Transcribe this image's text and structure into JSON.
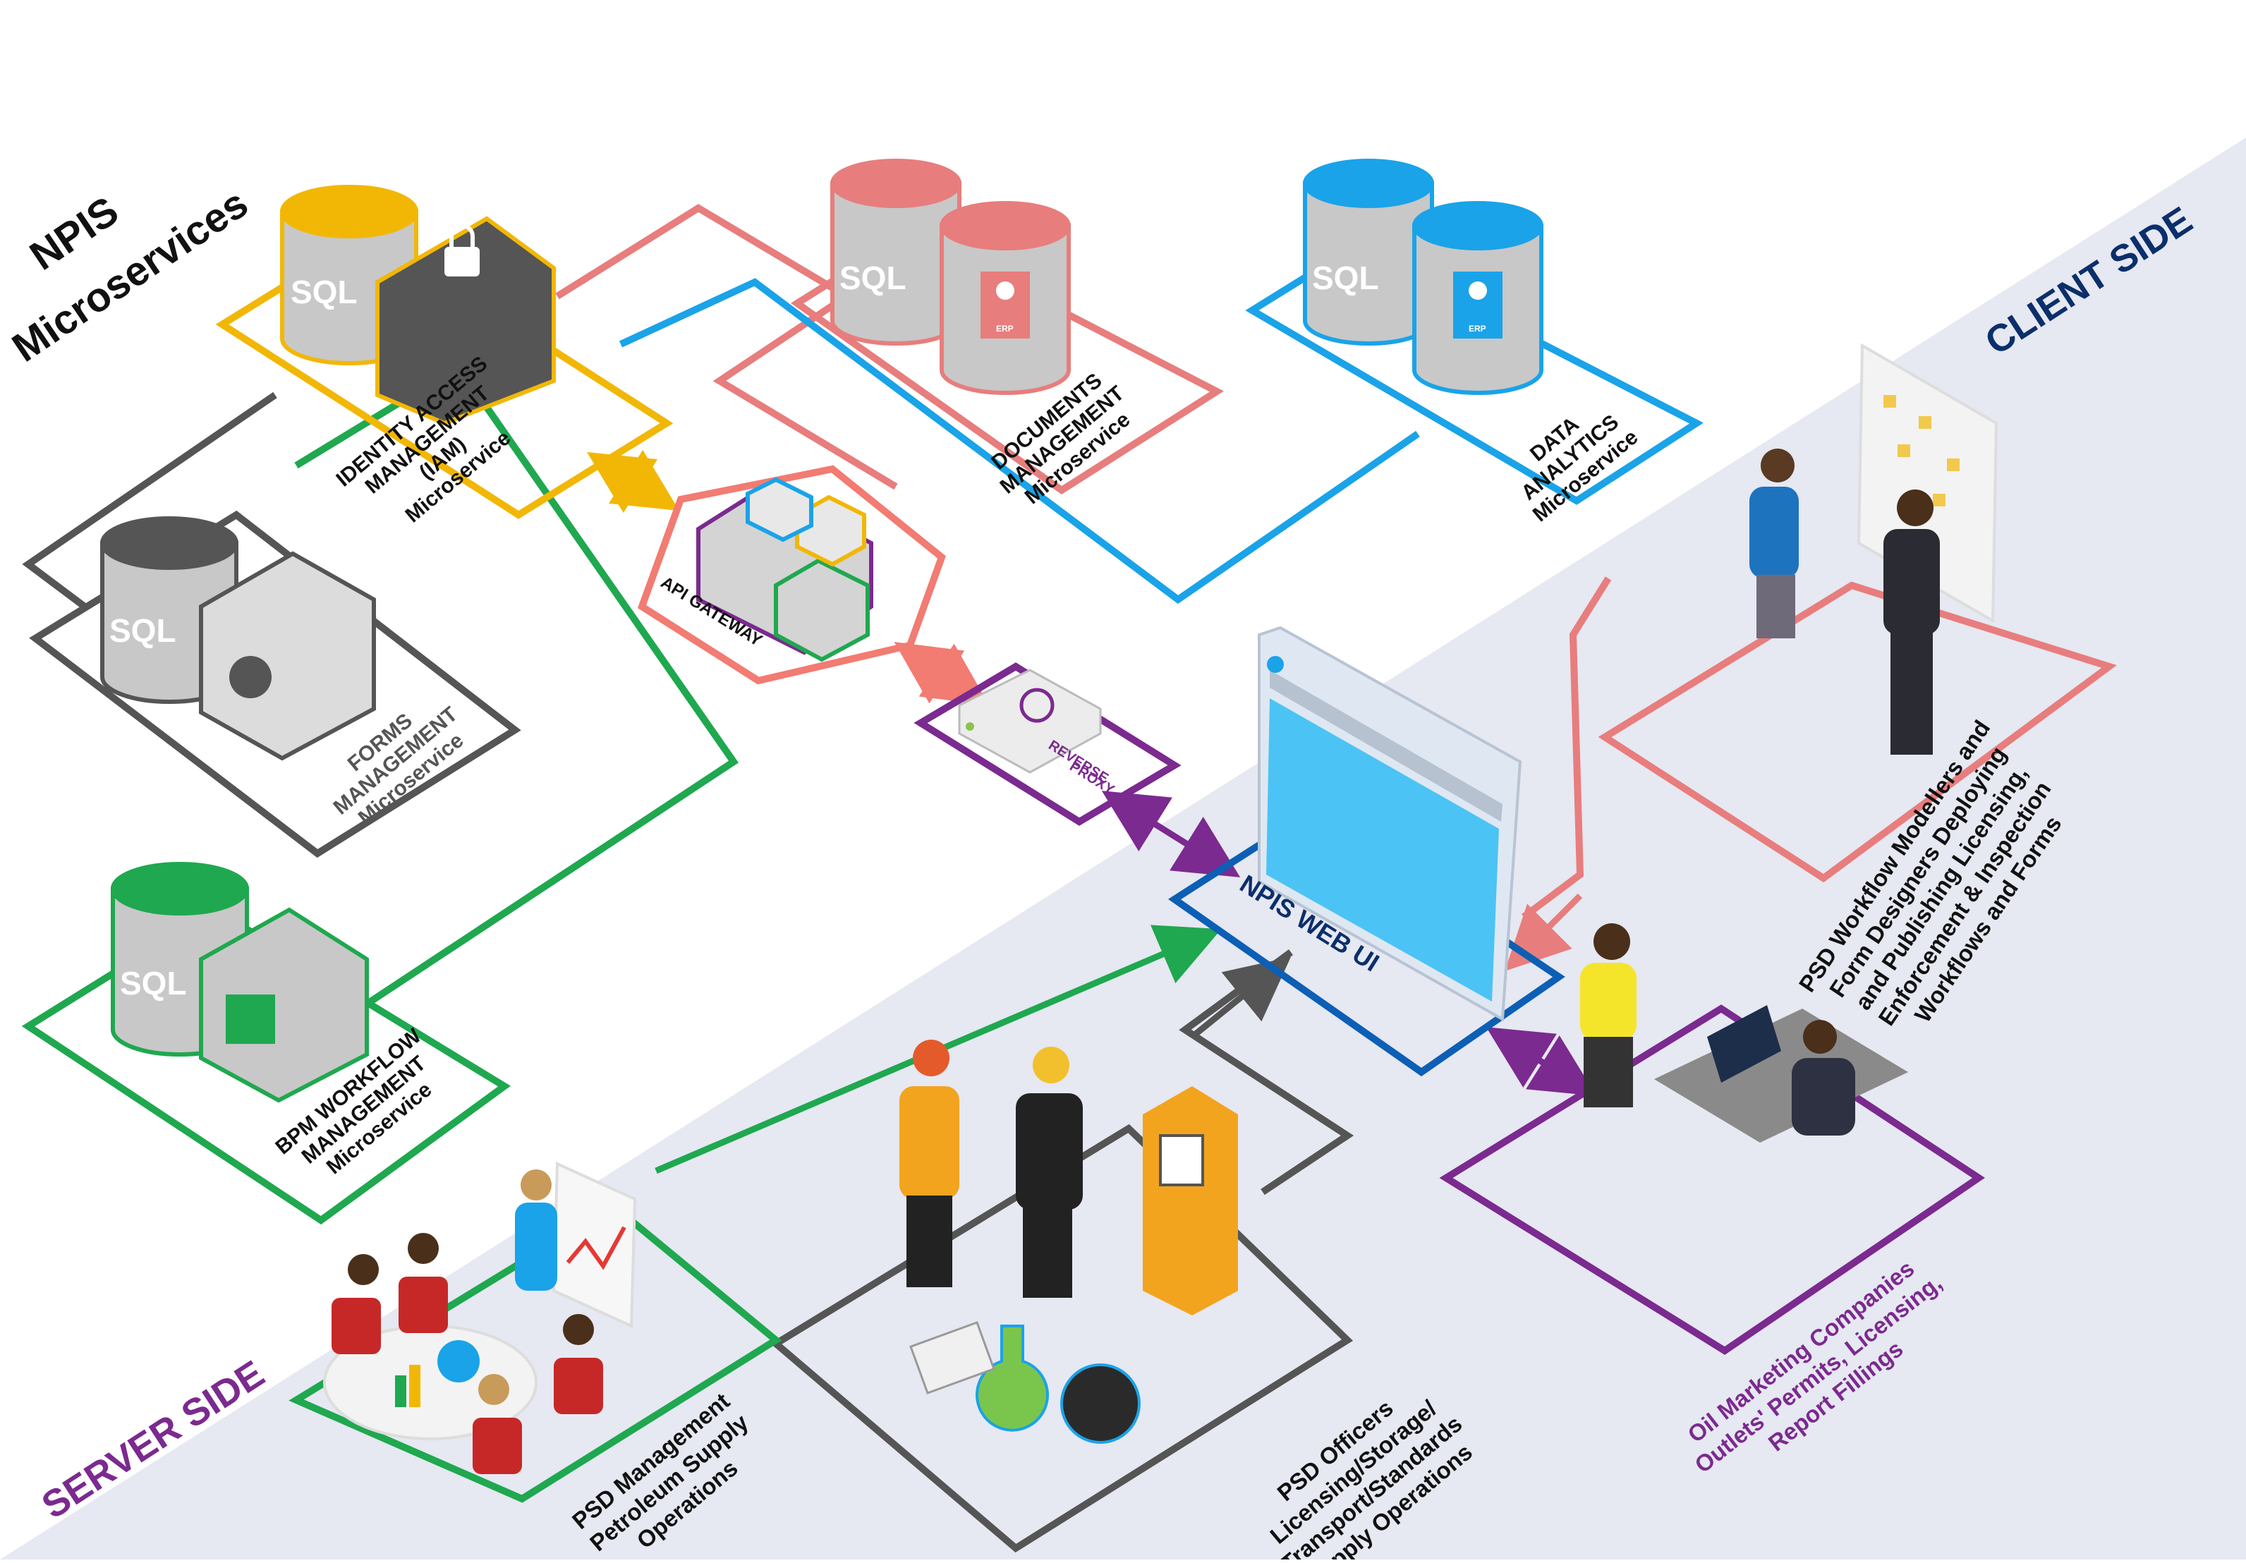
{
  "title": [
    "NPIS",
    "Microservices"
  ],
  "sides": {
    "client": "CLIENT SIDE",
    "server": "SERVER SIDE"
  },
  "sql_label": "SQL",
  "erp_label": "ERP",
  "services": {
    "iam": [
      "IDENTITY ACCESS",
      "MANAGEMENT",
      "(IAM)",
      "Microservice"
    ],
    "documents": [
      "DOCUMENTS",
      "MANAGEMENT",
      "Microservice"
    ],
    "analytics": [
      "DATA",
      "ANALYTICS",
      "Microservice"
    ],
    "forms": [
      "FORMS",
      "MANAGEMENT",
      "Microservice"
    ],
    "bpm": [
      "BPM WORKFLOW",
      "MANAGEMENT",
      "Microservice"
    ]
  },
  "gateway": "API GATEWAY",
  "proxy": [
    "REVERSE",
    "PROXY"
  ],
  "web_ui": "NPIS WEB UI",
  "actors": {
    "modellers": [
      "PSD Workflow Modellers and",
      "Form Designers Deploying",
      "and Publishing Licensing,",
      "Enforcement & Inspection",
      "Workflows and Forms"
    ],
    "omc": [
      "Oil Marketing Companies",
      "Outlets' Permits, Licensing,",
      "Report Fillings"
    ],
    "officers": [
      "PSD Officers",
      "Licensing/Storage/",
      "Transport/Standards",
      "Supply Operations"
    ],
    "management": [
      "PSD Management",
      "Petroleum Supply",
      "Operations"
    ]
  },
  "colors": {
    "iam": "#f2b705",
    "documents": "#e87d7d",
    "analytics": "#1aa3e8",
    "forms": "#555555",
    "bpm": "#1fa84f",
    "gateway": "#f27b72",
    "proxy": "#7b2a8f",
    "webui": "#0c5fb5",
    "client_side_text": "#0b2f6b",
    "server_side_text": "#7b2a8f",
    "client_band": "#e6e8f2"
  }
}
